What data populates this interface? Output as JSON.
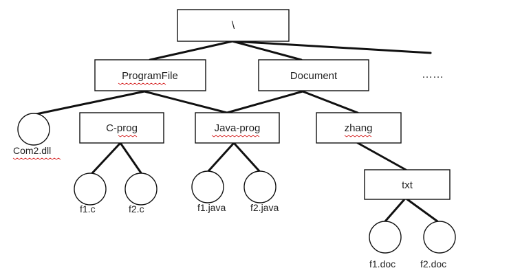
{
  "nodes": {
    "root": "\\",
    "programfile": "ProgramFile",
    "document": "Document",
    "ellipsis": "……",
    "com2": "Com2.dll",
    "cprog": "C-prog",
    "javaprog": "Java-prog",
    "zhang": "zhang",
    "f1c": "f1.c",
    "f2c": "f2.c",
    "f1java": "f1.java",
    "f2java": "f2.java",
    "txt": "txt",
    "f1doc": "f1.doc",
    "f2doc": "f2.doc"
  }
}
